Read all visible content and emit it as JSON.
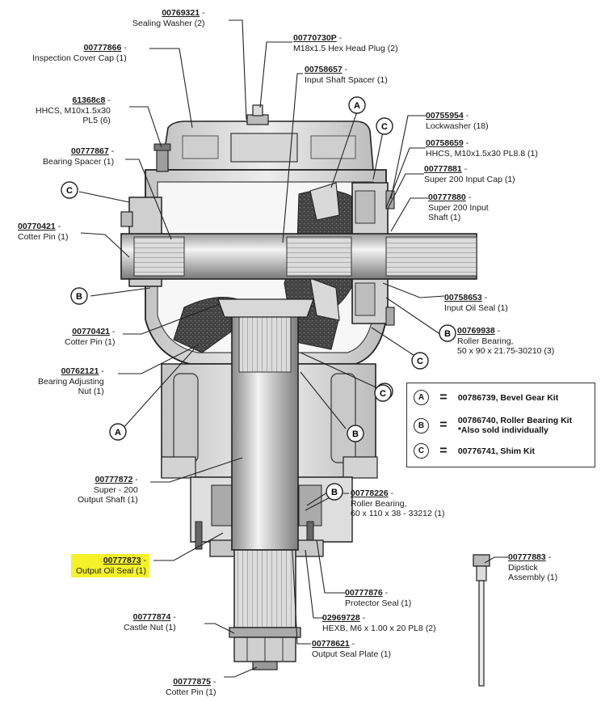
{
  "callouts": [
    {
      "id": "sealing-washer",
      "part": "00769321",
      "desc": [
        "Sealing Washer (2)"
      ],
      "highlight": false
    },
    {
      "id": "hex-head-plug",
      "part": "00770730P",
      "desc": [
        "M18x1.5 Hex Head Plug (2)"
      ],
      "highlight": false
    },
    {
      "id": "inspection-cover-cap",
      "part": "00777866",
      "desc": [
        "Inspection Cover Cap (1)"
      ],
      "highlight": false
    },
    {
      "id": "input-shaft-spacer",
      "part": "00758657",
      "desc": [
        "Input Shaft Spacer (1)"
      ],
      "highlight": false
    },
    {
      "id": "hhcs-m10-pl5",
      "part": "61368c8",
      "desc": [
        "HHCS, M10x1.5x30",
        "PL5 (6)"
      ],
      "highlight": false
    },
    {
      "id": "lockwasher",
      "part": "00755954",
      "desc": [
        "Lockwasher (18)"
      ],
      "highlight": false
    },
    {
      "id": "hhcs-m10-pl88",
      "part": "00758659",
      "desc": [
        "HHCS, M10x1.5x30 PL8.8 (1)"
      ],
      "highlight": false
    },
    {
      "id": "bearing-spacer",
      "part": "00777867",
      "desc": [
        "Bearing Spacer (1)"
      ],
      "highlight": false
    },
    {
      "id": "input-cap",
      "part": "00777881",
      "desc": [
        "Super 200 Input Cap (1)"
      ],
      "highlight": false
    },
    {
      "id": "input-shaft",
      "part": "00777880",
      "desc": [
        "Super 200 Input",
        "Shaft (1)"
      ],
      "highlight": false
    },
    {
      "id": "cotter-pin-upper",
      "part": "00770421",
      "desc": [
        "Cotter Pin (1)"
      ],
      "highlight": false
    },
    {
      "id": "input-oil-seal",
      "part": "00758653",
      "desc": [
        "Input Oil Seal (1)"
      ],
      "highlight": false
    },
    {
      "id": "cotter-pin-lower",
      "part": "00770421",
      "desc": [
        "Cotter Pin (1)"
      ],
      "highlight": false
    },
    {
      "id": "roller-bearing-upper",
      "part": "00769938",
      "desc": [
        "Roller Bearing,",
        "50 x 90 x 21.75-30210 (3)"
      ],
      "highlight": false
    },
    {
      "id": "bearing-adjusting-nut",
      "part": "00762121",
      "desc": [
        "Bearing Adjusting",
        "Nut (1)"
      ],
      "highlight": false
    },
    {
      "id": "output-shaft",
      "part": "00777872",
      "desc": [
        "Super - 200",
        "Output Shaft (1)"
      ],
      "highlight": false
    },
    {
      "id": "roller-bearing-lower",
      "part": "00778226",
      "desc": [
        "Roller Bearing,",
        "60 x 110 x 38 - 33212 (1)"
      ],
      "highlight": false
    },
    {
      "id": "output-oil-seal",
      "part": "00777873",
      "desc": [
        "Output Oil Seal (1)"
      ],
      "highlight": true
    },
    {
      "id": "dipstick-assembly",
      "part": "00777883",
      "desc": [
        "Dipstick",
        "Assembly (1)"
      ],
      "highlight": false
    },
    {
      "id": "protector-seal",
      "part": "00777876",
      "desc": [
        "Protector Seal (1)"
      ],
      "highlight": false
    },
    {
      "id": "castle-nut",
      "part": "00777874",
      "desc": [
        "Castle Nut (1)"
      ],
      "highlight": false
    },
    {
      "id": "hexb-m6",
      "part": "02969728",
      "desc": [
        "HEXB, M6 x 1.00 x 20 PL8 (2)"
      ],
      "highlight": false
    },
    {
      "id": "output-seal-plate",
      "part": "00778621",
      "desc": [
        "Output Seal Plate (1)"
      ],
      "highlight": false
    },
    {
      "id": "cotter-pin-bottom",
      "part": "00777875",
      "desc": [
        "Cotter Pin (1)"
      ],
      "highlight": false
    }
  ],
  "legend": [
    {
      "letter": "A",
      "equals": "=",
      "part": "00786739",
      "desc": [
        "Bevel Gear Kit"
      ]
    },
    {
      "letter": "B",
      "equals": "=",
      "part": "00786740",
      "desc": [
        "Roller Bearing Kit",
        "*Also sold individually"
      ]
    },
    {
      "letter": "C",
      "equals": "=",
      "part": "00776741",
      "desc": [
        "Shim Kit"
      ]
    }
  ],
  "markers": [
    "A",
    "A",
    "B",
    "B",
    "B",
    "B",
    "B",
    "C",
    "C",
    "C",
    "C"
  ],
  "colors": {
    "highlight": "#f6f22a",
    "line": "#222222",
    "metal_light": "#e6e6e6",
    "metal_mid": "#b9b9b9",
    "metal_dark": "#7d7d7d",
    "grease": "#3a3a3a"
  }
}
